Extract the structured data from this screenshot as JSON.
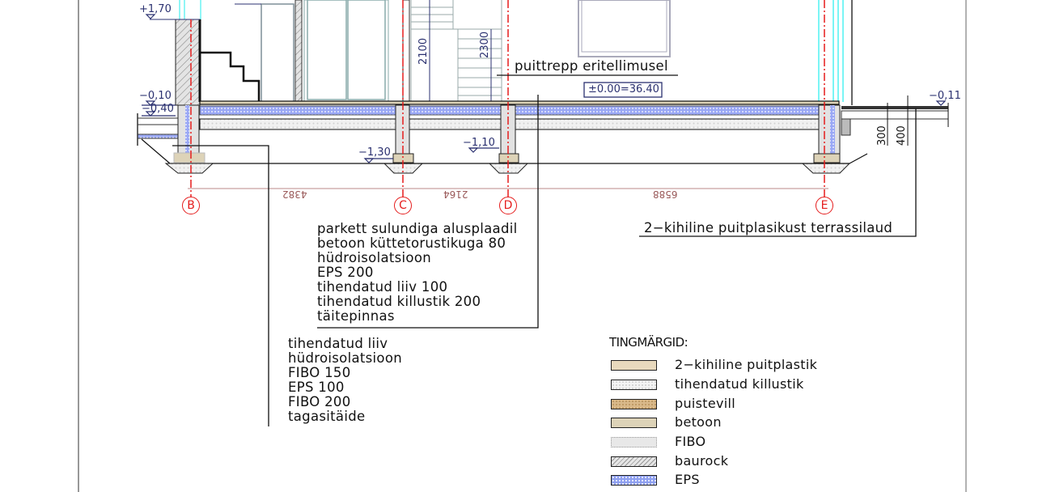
{
  "levels": {
    "plus_170": "+1,70",
    "minus_010": "−0,10",
    "minus_040": "−0,40",
    "minus_130": "−1,30",
    "minus_110": "−1,10",
    "minus_011": "−0,11"
  },
  "datum_box": "±0.00=36.40",
  "vertical_dims": {
    "d2100": "2100",
    "d2300": "2300",
    "d300": "300",
    "d400": "400"
  },
  "axis_dims": [
    "4382",
    "2164",
    "6588"
  ],
  "axes": [
    "B",
    "C",
    "D",
    "E"
  ],
  "notes": {
    "stair": "puittrepp eritellimusel",
    "terrace": "2−kihiline puitplasikust terrassilaud",
    "floor_layers": [
      "parkett sulundiga alusplaadil",
      "betoon küttetorustikuga 80",
      "hüdroisolatsioon",
      "EPS 200",
      "tihendatud liiv 100",
      "tihendatud killustik 200",
      "täitepinnas"
    ],
    "wall_layers": [
      "tihendatud liiv",
      "hüdroisolatsioon",
      "FIBO 150",
      "EPS 100",
      "FIBO 200",
      "tagasitäide"
    ]
  },
  "legend": {
    "title": "TINGMÄRGID:",
    "items": [
      {
        "label": "2−kihiline puitplastik",
        "color": "#e8d9bd"
      },
      {
        "label": "tihendatud killustik",
        "color": "#f2f2f2"
      },
      {
        "label": "puistevill",
        "color": "#d9b98a"
      },
      {
        "label": "betoon",
        "color": "#ddd3b8"
      },
      {
        "label": "FIBO",
        "color": "#e6e6e6"
      },
      {
        "label": "baurock",
        "color": "#d0d0d0"
      },
      {
        "label": "EPS",
        "color": "#8fa0f0"
      }
    ]
  }
}
